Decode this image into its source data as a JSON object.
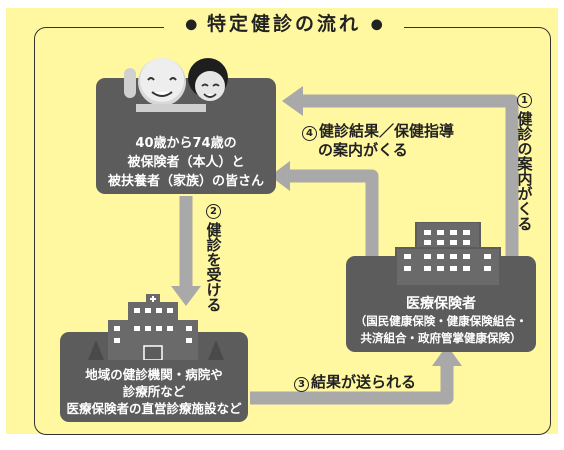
{
  "title": "特定健診の流れ",
  "title_dots": {
    "left": "●",
    "right": "●"
  },
  "boxes": {
    "people": {
      "line1": "40歳から74歳の",
      "line2": "被保険者（本人）と",
      "line3": "被扶養者（家族）の皆さん"
    },
    "insurer": {
      "line1": "医療保険者",
      "line2": "（国民健康保険・健康保険組合・",
      "line3": "共済組合・政府管掌健康保険）"
    },
    "clinic": {
      "line1": "地域の健診機関・病院や",
      "line2": "診療所など",
      "line3": "医療保険者の直営診療施設など"
    }
  },
  "steps": {
    "step1": {
      "num": "1",
      "text": "健診の案内がくる"
    },
    "step2": {
      "num": "2",
      "text": "健診を受ける"
    },
    "step3": {
      "num": "3",
      "text": "結果が送られる"
    },
    "step4": {
      "num": "4",
      "line1": "健診結果／保健指導",
      "line2": "の案内がくる"
    }
  },
  "colors": {
    "background": "#fff8a0",
    "box": "#5c5c5c",
    "arrow": "#a9a9a9"
  }
}
